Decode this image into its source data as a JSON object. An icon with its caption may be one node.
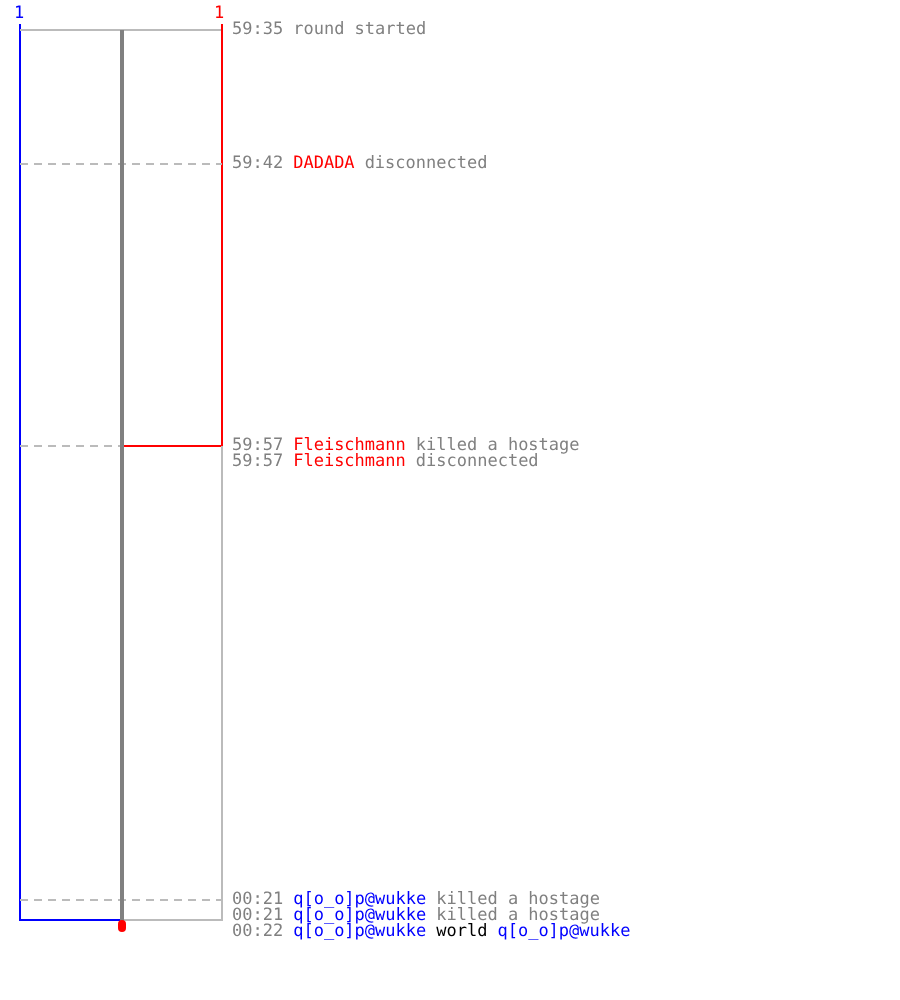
{
  "diagram": {
    "labels": [
      "1",
      "1",
      "59:35",
      "round started",
      "59:42",
      "DADADA",
      "disconnected",
      "59:57",
      "Fleischmann",
      "killed a hostage",
      "59:57",
      "Fleischmann",
      "disconnected",
      "00:21",
      "q[o_o]p@wukke",
      "killed a hostage",
      "00:21",
      "q[o_o]p@wukke",
      "killed a hostage",
      "00:22",
      "q[o_o]p@wukke",
      "world",
      "q[o_o]p@wukke"
    ]
  }
}
